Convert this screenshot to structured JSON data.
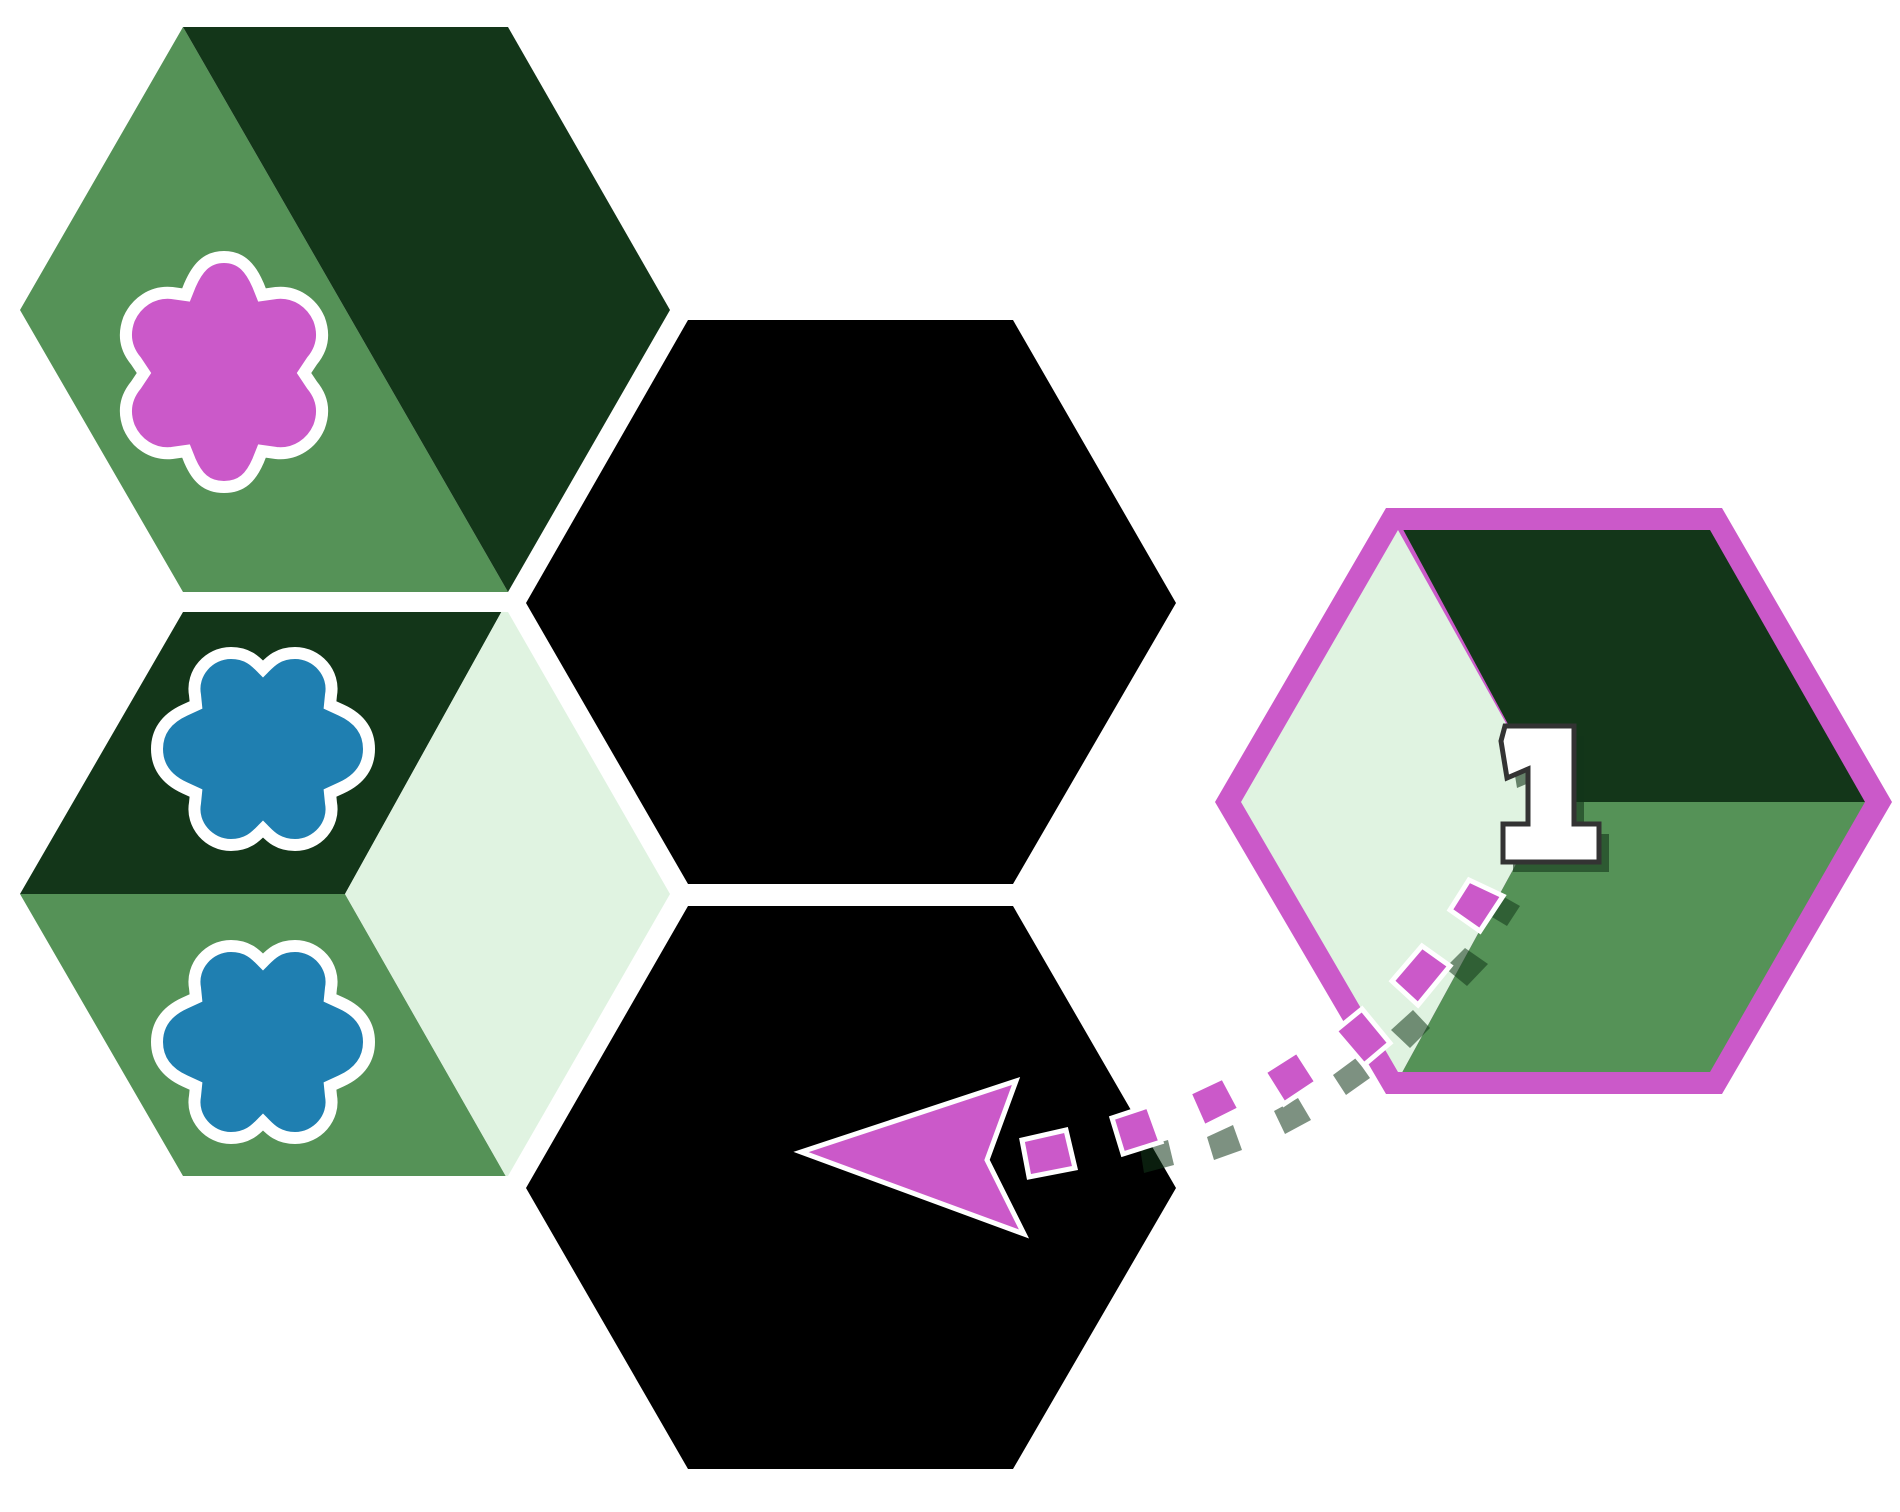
{
  "colors": {
    "dark_green": "#133619",
    "mid_green": "#559257",
    "light_green": "#e0f3e1",
    "black": "#000000",
    "magenta": "#cb59c9",
    "blue": "#1f7fb1",
    "white": "#ffffff",
    "outline": "#333333"
  },
  "board": {
    "tiles": [
      {
        "id": "tile-top-left",
        "segments": [
          "mid-green",
          "dark-green"
        ],
        "tokens": [
          {
            "shape": "flower-6-petal",
            "color": "magenta"
          }
        ]
      },
      {
        "id": "tile-bottom-left",
        "segments": [
          "dark-green",
          "mid-green",
          "light-green"
        ],
        "tokens": [
          {
            "shape": "flower-6-lobe",
            "color": "blue"
          },
          {
            "shape": "flower-6-lobe",
            "color": "blue"
          }
        ]
      },
      {
        "id": "tile-center-top",
        "segments": [
          "empty"
        ],
        "tokens": []
      },
      {
        "id": "tile-center-bottom",
        "segments": [
          "empty"
        ],
        "tokens": []
      }
    ]
  },
  "selected_tile": {
    "segments": [
      "light-green",
      "dark-green",
      "mid-green"
    ],
    "highlight_color": "magenta",
    "step_number": "1"
  },
  "move_arrow": {
    "style": "dashed-curve",
    "color": "magenta",
    "from": "selected-tile",
    "to": "tile-center-bottom"
  }
}
